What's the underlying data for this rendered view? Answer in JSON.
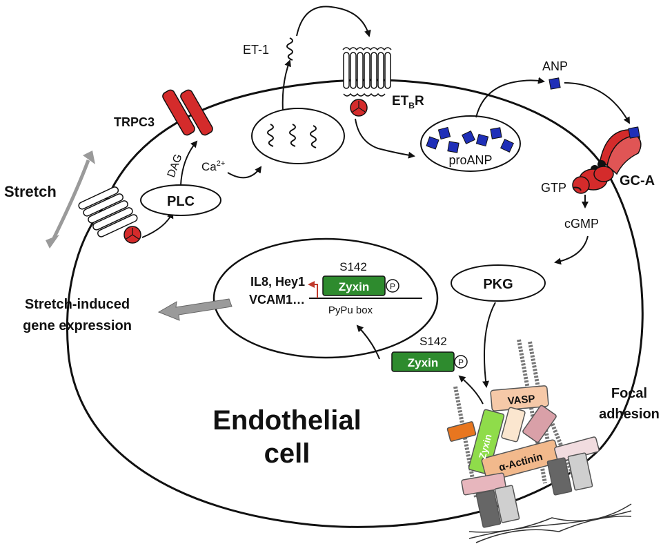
{
  "labels": {
    "stretch": "Stretch",
    "trpc3": "TRPC3",
    "dag": "DAG",
    "ca": "Ca",
    "ca_sup": "2+",
    "plc": "PLC",
    "et1": "ET-1",
    "etbr": "ET",
    "etbr_sub": "B",
    "etbr_tail": "R",
    "anp": "ANP",
    "proanp": "proANP",
    "gca": "GC-A",
    "gtp": "GTP",
    "cgmp": "cGMP",
    "pkg": "PKG",
    "s142_nucleus": "S142",
    "zyxin_nucleus": "Zyxin",
    "phospho": "P",
    "genes_line1": "IL8, Hey1",
    "genes_line2": "VCAM1…",
    "pypu": "PyPu box",
    "output_line1": "Stretch-induced",
    "output_line2": "gene expression",
    "s142_cyto": "S142",
    "zyxin_cyto": "Zyxin",
    "vasp": "VASP",
    "zyxin_fa": "Zyxin",
    "actinin": "α-Actinin",
    "focal_line1": "Focal",
    "focal_line2": "adhesion",
    "cell_line1": "Endothelial",
    "cell_line2": "cell"
  },
  "colors": {
    "channel_red": "#d42b2b",
    "zyxin_green": "#2e8b2e",
    "zyxin_fa_green": "#8fdc4a",
    "anp_blue": "#1f2fb8",
    "vasp_fill": "#f6c9a8",
    "actinin_fill": "#f2b98c",
    "pink_block": "#d9a0a8",
    "gray_arrow": "#9a9a9a",
    "red_arrow": "#c0392b"
  }
}
